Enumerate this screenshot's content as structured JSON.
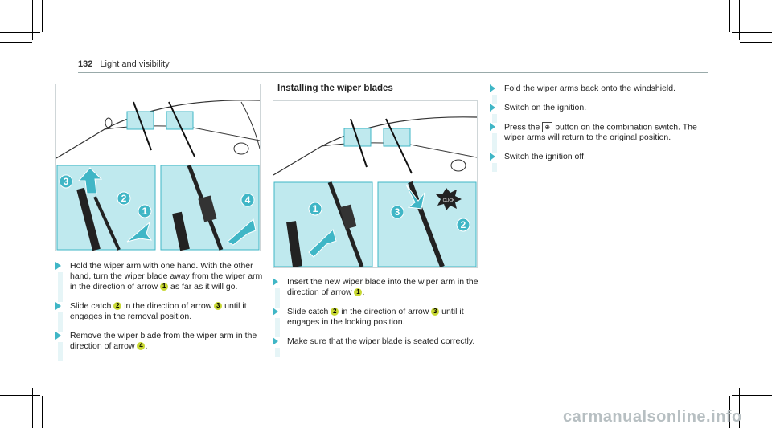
{
  "header": {
    "page_number": "132",
    "section": "Light and visibility"
  },
  "col1": {
    "steps": [
      {
        "parts": [
          "Hold the wiper arm with one hand. With the other hand, turn the wiper blade away from the wiper arm in the direction of arrow ",
          "1",
          " as far as it will go."
        ]
      },
      {
        "parts": [
          "Slide catch ",
          "2",
          " in the direction of arrow ",
          "3",
          " until it engages in the removal position."
        ]
      },
      {
        "parts": [
          "Remove the wiper blade from the wiper arm in the direction of arrow ",
          "4",
          "."
        ]
      }
    ]
  },
  "col2": {
    "title": "Installing the wiper blades",
    "steps": [
      {
        "parts": [
          "Insert the new wiper blade into the wiper arm in the direction of arrow ",
          "1",
          "."
        ]
      },
      {
        "parts": [
          "Slide catch ",
          "2",
          " in the direction of arrow ",
          "3",
          " until it engages in the locking position."
        ]
      },
      {
        "parts": [
          "Make sure that the wiper blade is seated correctly."
        ]
      }
    ]
  },
  "col3": {
    "steps": [
      {
        "parts": [
          "Fold the wiper arms back onto the windshield."
        ]
      },
      {
        "parts": [
          "Switch on the ignition."
        ]
      },
      {
        "parts": [
          "Press the ",
          "ICON",
          " button on the combination switch. The wiper arms will return to the original position."
        ]
      },
      {
        "parts": [
          "Switch the ignition off."
        ]
      }
    ]
  },
  "figure_labels": {
    "click_text": "CLICK"
  },
  "watermark": "carmanualsonline.info",
  "colors": {
    "accent": "#3fb6c6",
    "panel": "#bfe9ee",
    "badge": "#c8d833"
  }
}
